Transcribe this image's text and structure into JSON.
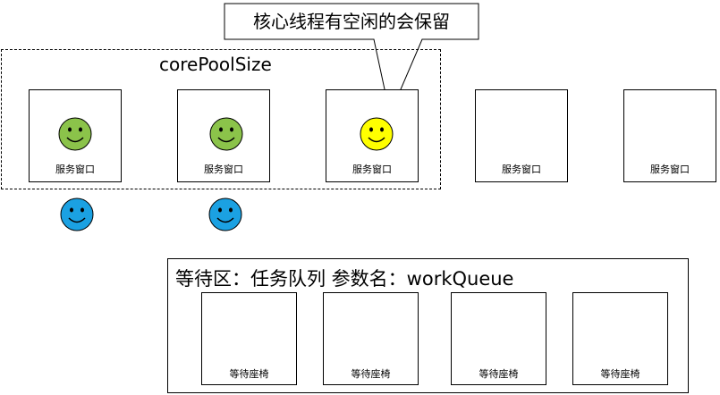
{
  "callout": {
    "text": "核心线程有空闲的会保留"
  },
  "pool": {
    "label": "corePoolSize"
  },
  "windows": [
    {
      "label": "服务窗口",
      "face": "green"
    },
    {
      "label": "服务窗口",
      "face": "green"
    },
    {
      "label": "服务窗口",
      "face": "yellow"
    },
    {
      "label": "服务窗口",
      "face": "none"
    },
    {
      "label": "服务窗口",
      "face": "none"
    }
  ],
  "waiting_faces": [
    "blue",
    "blue"
  ],
  "queue": {
    "title": "等待区：任务队列 参数名：workQueue",
    "seats": [
      {
        "label": "等待座椅"
      },
      {
        "label": "等待座椅"
      },
      {
        "label": "等待座椅"
      },
      {
        "label": "等待座椅"
      }
    ]
  },
  "colors": {
    "green": "#8bc34a",
    "yellow": "#ffff00",
    "blue": "#1ba1e2",
    "stroke": "#000000"
  }
}
